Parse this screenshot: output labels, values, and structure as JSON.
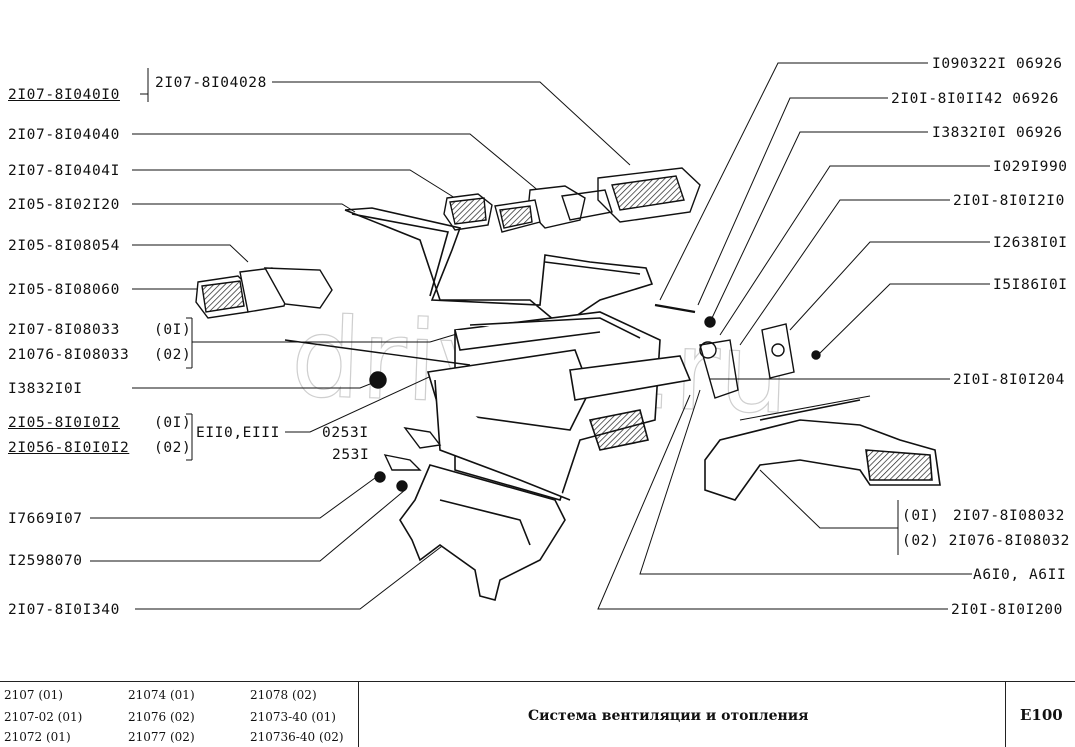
{
  "left_labels": [
    "2I07-8I040I0",
    "2I07-8I04028",
    "2I07-8I04040",
    "2I07-8I0404I",
    "2I05-8I02I20",
    "2I05-8I08054",
    "2I05-8I08060",
    "2I07-8I08033",
    "(0I)",
    "21076-8I08033",
    "(02)",
    "I3832I0I",
    "2I05-8I0I0I2",
    "(0I)",
    "2I056-8I0I0I2",
    "(02)",
    "EII0,EIII",
    "0253I",
    "253I",
    "I7669I07",
    "I2598070",
    "2I07-8I0I340"
  ],
  "right_labels": [
    "I090322I 06926",
    "2I0I-8I0II42 06926",
    "I3832I0I 06926",
    "I029I990",
    "2I0I-8I0I2I0",
    "I2638I0I",
    "I5I86I0I",
    "2I0I-8I0I204",
    "(0I)",
    "2I07-8I08032",
    "(02) 2I076-8I08032",
    "A6I0, A6II",
    "2I0I-8I0I200"
  ],
  "watermark": "drive2.ru",
  "footer": {
    "models": [
      "2107 (01)",
      "21074 (01)",
      "21078 (02)",
      "2107-02 (01)",
      "21076 (02)",
      "21073-40 (01)",
      "21072 (01)",
      "21077 (02)",
      "210736-40 (02)"
    ],
    "title": "Система вентиляции и отопления",
    "code": "E100"
  }
}
